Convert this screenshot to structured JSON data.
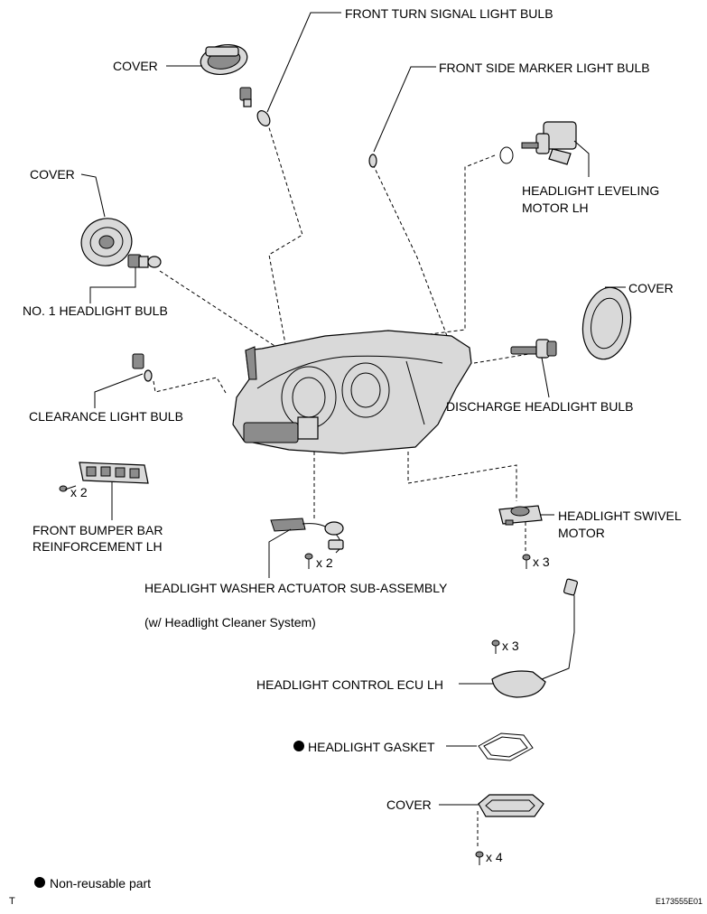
{
  "labels": {
    "front_turn_signal": "FRONT TURN SIGNAL LIGHT BULB",
    "cover_top": "COVER",
    "front_side_marker": "FRONT SIDE MARKER LIGHT BULB",
    "cover_left": "COVER",
    "leveling_motor_line1": "HEADLIGHT LEVELING",
    "leveling_motor_line2": "MOTOR LH",
    "no1_headlight_bulb": "NO. 1 HEADLIGHT BULB",
    "cover_right": "COVER",
    "clearance_light_bulb": "CLEARANCE LIGHT BULB",
    "discharge_bulb": "DISCHARGE HEADLIGHT BULB",
    "bumper_reinf_line1": "FRONT BUMPER BAR",
    "bumper_reinf_line2": "REINFORCEMENT LH",
    "swivel_motor_line1": "HEADLIGHT SWIVEL",
    "swivel_motor_line2": "MOTOR",
    "washer_actuator": "HEADLIGHT WASHER ACTUATOR SUB-ASSEMBLY",
    "washer_note": "(w/ Headlight Cleaner System)",
    "control_ecu": "HEADLIGHT CONTROL ECU LH",
    "gasket": "HEADLIGHT GASKET",
    "cover_bottom": "COVER",
    "legend_text": "Non-reusable part",
    "corner_mark": "T",
    "figure_id": "E173555E01"
  },
  "quantities": {
    "bumper_screws": "x 2",
    "washer_screws": "x 2",
    "swivel_screws": "x 3",
    "ecu_screws": "x 3",
    "cover_screws": "x 4"
  }
}
